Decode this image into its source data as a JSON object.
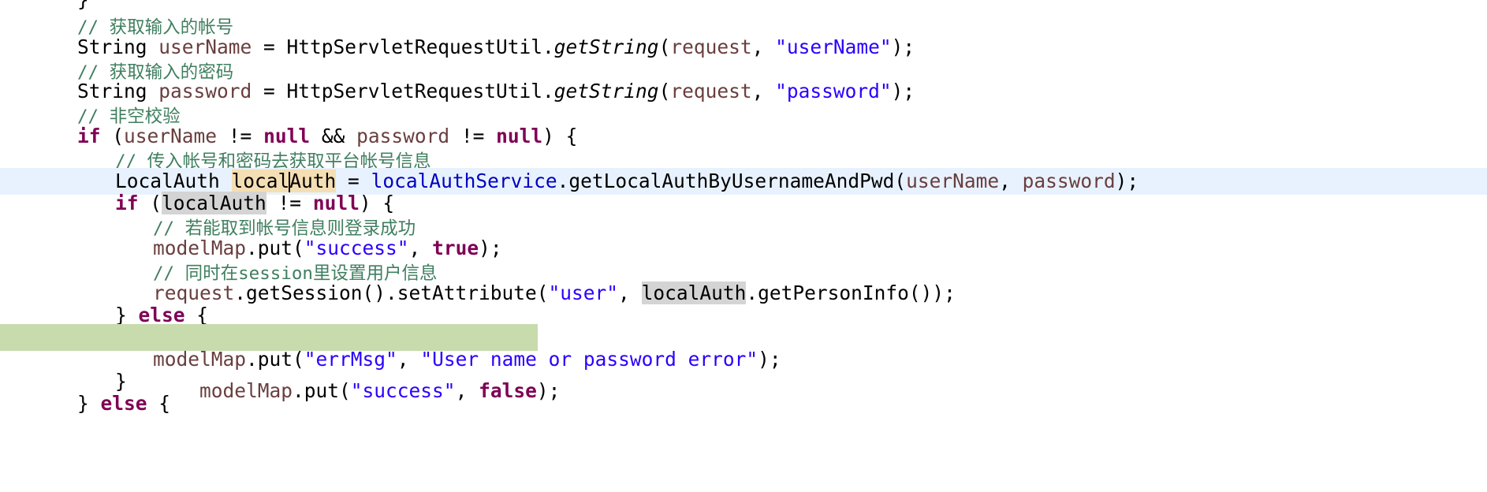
{
  "editor": {
    "lines": [
      {
        "id": "l0",
        "tokens": [
          {
            "t": "}",
            "c": "plain"
          }
        ]
      },
      {
        "id": "l1",
        "tokens": [
          {
            "t": "// 获取输入的帐号",
            "c": "comment"
          }
        ]
      },
      {
        "id": "l2",
        "tokens": [
          {
            "t": "String ",
            "c": "plain"
          },
          {
            "t": "userName",
            "c": "var"
          },
          {
            "t": " = HttpServletRequestUtil.",
            "c": "plain"
          },
          {
            "t": "getString",
            "c": "method-static"
          },
          {
            "t": "(",
            "c": "plain"
          },
          {
            "t": "request",
            "c": "var"
          },
          {
            "t": ", ",
            "c": "plain"
          },
          {
            "t": "\"userName\"",
            "c": "str"
          },
          {
            "t": ");",
            "c": "plain"
          }
        ]
      },
      {
        "id": "l3",
        "tokens": [
          {
            "t": "// 获取输入的密码",
            "c": "comment"
          }
        ]
      },
      {
        "id": "l4",
        "tokens": [
          {
            "t": "String ",
            "c": "plain"
          },
          {
            "t": "password",
            "c": "var"
          },
          {
            "t": " = HttpServletRequestUtil.",
            "c": "plain"
          },
          {
            "t": "getString",
            "c": "method-static"
          },
          {
            "t": "(",
            "c": "plain"
          },
          {
            "t": "request",
            "c": "var"
          },
          {
            "t": ", ",
            "c": "plain"
          },
          {
            "t": "\"password\"",
            "c": "str"
          },
          {
            "t": ");",
            "c": "plain"
          }
        ]
      },
      {
        "id": "l5",
        "tokens": [
          {
            "t": "// 非空校验",
            "c": "comment"
          }
        ]
      },
      {
        "id": "l6",
        "tokens": [
          {
            "t": "if",
            "c": "kw"
          },
          {
            "t": " (",
            "c": "plain"
          },
          {
            "t": "userName",
            "c": "var"
          },
          {
            "t": " != ",
            "c": "plain"
          },
          {
            "t": "null",
            "c": "kw"
          },
          {
            "t": " && ",
            "c": "plain"
          },
          {
            "t": "password",
            "c": "var"
          },
          {
            "t": " != ",
            "c": "plain"
          },
          {
            "t": "null",
            "c": "kw"
          },
          {
            "t": ") {",
            "c": "plain"
          }
        ]
      },
      {
        "id": "l7",
        "tokens": [
          {
            "t": "// 传入帐号和密码去获取平台帐号信息",
            "c": "comment"
          }
        ]
      },
      {
        "id": "l8",
        "tokens": [
          {
            "t": "LocalAuth ",
            "c": "plain"
          },
          {
            "t": "localAuth",
            "c": "occ-write",
            "caret": 5
          },
          {
            "t": " = ",
            "c": "plain"
          },
          {
            "t": "localAuthService",
            "c": "field"
          },
          {
            "t": ".getLocalAuthByUsernameAndPwd(",
            "c": "plain"
          },
          {
            "t": "userName",
            "c": "var"
          },
          {
            "t": ", ",
            "c": "plain"
          },
          {
            "t": "password",
            "c": "var"
          },
          {
            "t": ");",
            "c": "plain"
          }
        ]
      },
      {
        "id": "l9",
        "tokens": [
          {
            "t": "if",
            "c": "kw"
          },
          {
            "t": " (",
            "c": "plain"
          },
          {
            "t": "localAuth",
            "c": "occ-read"
          },
          {
            "t": " != ",
            "c": "plain"
          },
          {
            "t": "null",
            "c": "kw"
          },
          {
            "t": ") {",
            "c": "plain"
          }
        ]
      },
      {
        "id": "l10",
        "tokens": [
          {
            "t": "// 若能取到帐号信息则登录成功",
            "c": "comment"
          }
        ]
      },
      {
        "id": "l11",
        "tokens": [
          {
            "t": "modelMap",
            "c": "var"
          },
          {
            "t": ".put(",
            "c": "plain"
          },
          {
            "t": "\"success\"",
            "c": "str"
          },
          {
            "t": ", ",
            "c": "plain"
          },
          {
            "t": "true",
            "c": "kw"
          },
          {
            "t": ");",
            "c": "plain"
          }
        ]
      },
      {
        "id": "l12",
        "tokens": [
          {
            "t": "// 同时在session里设置用户信息",
            "c": "comment"
          }
        ]
      },
      {
        "id": "l13",
        "tokens": [
          {
            "t": "request",
            "c": "var"
          },
          {
            "t": ".getSession().setAttribute(",
            "c": "plain"
          },
          {
            "t": "\"user\"",
            "c": "str"
          },
          {
            "t": ", ",
            "c": "plain"
          },
          {
            "t": "localAuth",
            "c": "occ-read"
          },
          {
            "t": ".getPersonInfo());",
            "c": "plain"
          }
        ]
      },
      {
        "id": "l14",
        "tokens": [
          {
            "t": "} ",
            "c": "plain"
          },
          {
            "t": "else",
            "c": "kw"
          },
          {
            "t": " {",
            "c": "plain"
          }
        ]
      },
      {
        "id": "l15",
        "tokens": [
          {
            "t": "modelMap",
            "c": "var"
          },
          {
            "t": ".put(",
            "c": "plain"
          },
          {
            "t": "\"success\"",
            "c": "str"
          },
          {
            "t": ", ",
            "c": "plain"
          },
          {
            "t": "false",
            "c": "kw"
          },
          {
            "t": ");",
            "c": "plain"
          }
        ]
      },
      {
        "id": "l16",
        "tokens": [
          {
            "t": "modelMap",
            "c": "var"
          },
          {
            "t": ".put(",
            "c": "plain"
          },
          {
            "t": "\"errMsg\"",
            "c": "str"
          },
          {
            "t": ", ",
            "c": "plain"
          },
          {
            "t": "\"User name or password error\"",
            "c": "str"
          },
          {
            "t": ");",
            "c": "plain"
          }
        ]
      },
      {
        "id": "l17",
        "tokens": [
          {
            "t": "}",
            "c": "plain"
          }
        ]
      },
      {
        "id": "l18",
        "tokens": [
          {
            "t": "} ",
            "c": "plain"
          },
          {
            "t": "else",
            "c": "kw"
          },
          {
            "t": " {",
            "c": "plain"
          }
        ]
      }
    ]
  },
  "colors": {
    "comment": "#3f7f5f",
    "keyword": "#7f0055",
    "string": "#2a00ff",
    "local_variable": "#6a3e3e",
    "field": "#0000c0",
    "current_line": "#e8f2fe",
    "debug_line": "#c7dbad",
    "occurrence_write": "#f4deb3",
    "occurrence_read": "#d4d4d4"
  }
}
